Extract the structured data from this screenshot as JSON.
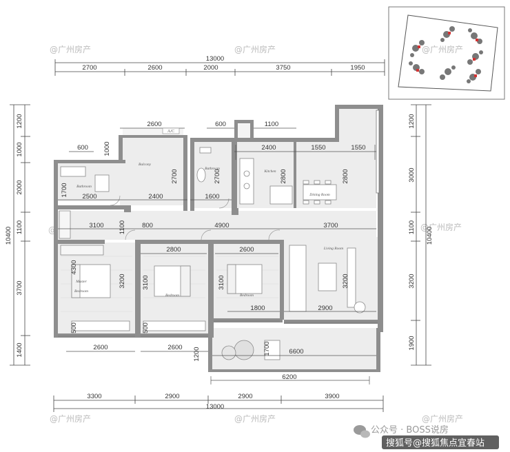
{
  "watermark": "@广州房产",
  "top_total": "13000",
  "bottom_total": "13000",
  "top_segments": [
    "2700",
    "2600",
    "2000",
    "3750",
    "1950"
  ],
  "bottom_segments": [
    "3300",
    "2900",
    "2900",
    "3900"
  ],
  "left_side": [
    "1200",
    "1000",
    "2000",
    "1100",
    "3700",
    "1400"
  ],
  "left_total": "10400",
  "right_side": [
    "1200",
    "3000",
    "1100",
    "3200",
    "1900"
  ],
  "right_total": "10400",
  "inner_dims": {
    "d2600_top": "2600",
    "ac": "A/C",
    "d600_top": "600",
    "d1100_top": "1100",
    "d600_left": "600",
    "d1000": "1000",
    "d2400_k": "2400",
    "d1550a": "1550",
    "d1550b": "1550",
    "d1700_bath": "1700",
    "d2700a": "2700",
    "d2700b": "2700",
    "d2800a": "2800",
    "d2800b": "2800",
    "d2500": "2500",
    "d2400": "2400",
    "d1600": "1600",
    "d3100": "3100",
    "d1100_mid": "1100",
    "d800": "800",
    "d4900": "4900",
    "d3700": "3700",
    "d2800_bed2": "2800",
    "d2600_bed3": "2600",
    "d4300": "4300",
    "d3200a": "3200",
    "d3100a": "3100",
    "d3100b": "3100",
    "d3200b": "3200",
    "d1800": "1800",
    "d2900": "2900",
    "d500a": "500",
    "d500b": "500",
    "d2600a": "2600",
    "d2600b": "2600",
    "d1200_bal": "1200",
    "d1700_bal": "1700",
    "d6600": "6600",
    "d6200": "6200"
  },
  "rooms": {
    "balcony": "Balcony",
    "bathroom1": "Bathroom",
    "bathroom2": "Bathroom",
    "kitchen": "Kitchen",
    "dining": "Dining Room",
    "living": "Living Room",
    "master1": "Master",
    "master2": "Bedroom",
    "bedroom2": "Bedroom",
    "bedroom3": "Bedroom"
  },
  "footer": {
    "wechat": "公众号 · BOSS说房",
    "sohu": "搜狐号@搜狐焦点宜春站"
  },
  "colors": {
    "wall": "#8e8e8e",
    "floor": "#ededed",
    "accent_red": "#d33232"
  }
}
